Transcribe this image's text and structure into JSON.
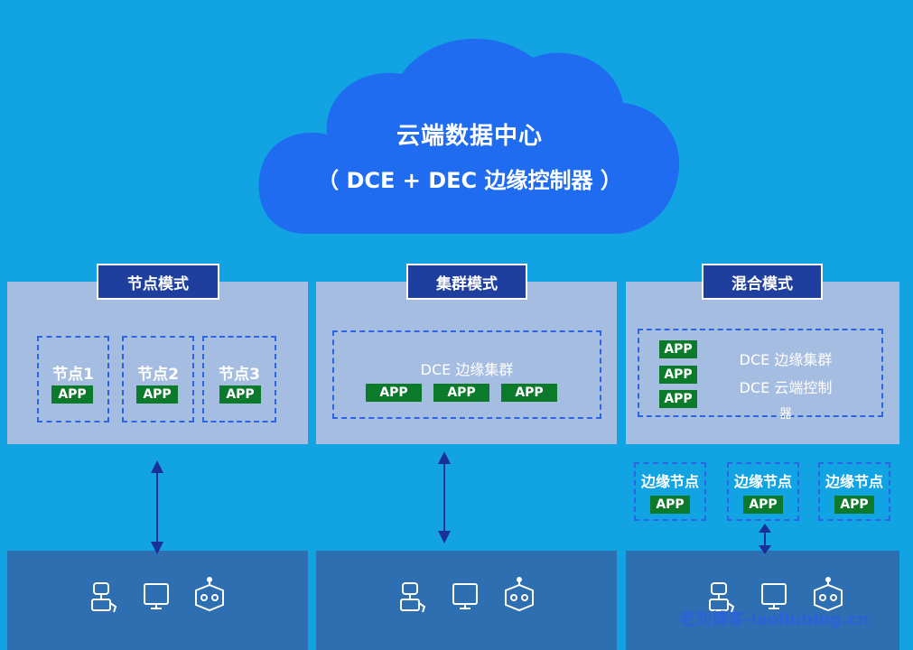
{
  "cloud": {
    "title": "云端数据中心",
    "subtitle": "（ DCE + DEC 边缘控制器 ）"
  },
  "modes": [
    {
      "label": "节点模式",
      "nodes": [
        {
          "label": "节点1",
          "app": "APP"
        },
        {
          "label": "节点2",
          "app": "APP"
        },
        {
          "label": "节点3",
          "app": "APP"
        }
      ]
    },
    {
      "label": "集群模式",
      "cluster_label": "DCE 边缘集群",
      "apps": [
        "APP",
        "APP",
        "APP"
      ]
    },
    {
      "label": "混合模式",
      "apps": [
        "APP",
        "APP",
        "APP"
      ],
      "cluster_label": "DCE 边缘集群",
      "control_label_line1": "DCE 云端控制",
      "control_label_line2": "器",
      "edge_nodes": [
        {
          "label": "边缘节点",
          "app": "APP"
        },
        {
          "label": "边缘节点",
          "app": "APP"
        },
        {
          "label": "边缘节点",
          "app": "APP"
        }
      ]
    }
  ],
  "icons": [
    "robot-icon",
    "tablet-icon",
    "device-box-icon"
  ],
  "colors": {
    "background": "#12a3e3",
    "cloud": "#1f6cf0",
    "panel": "#a6bde2",
    "device_bar": "#2d6fb1",
    "mode_label": "#1f3f9e",
    "app": "#0b7a2a",
    "dash": "#2d63e6",
    "arrow": "#1a2e9c"
  },
  "watermark": "老刘博客-laoliublog.cn"
}
